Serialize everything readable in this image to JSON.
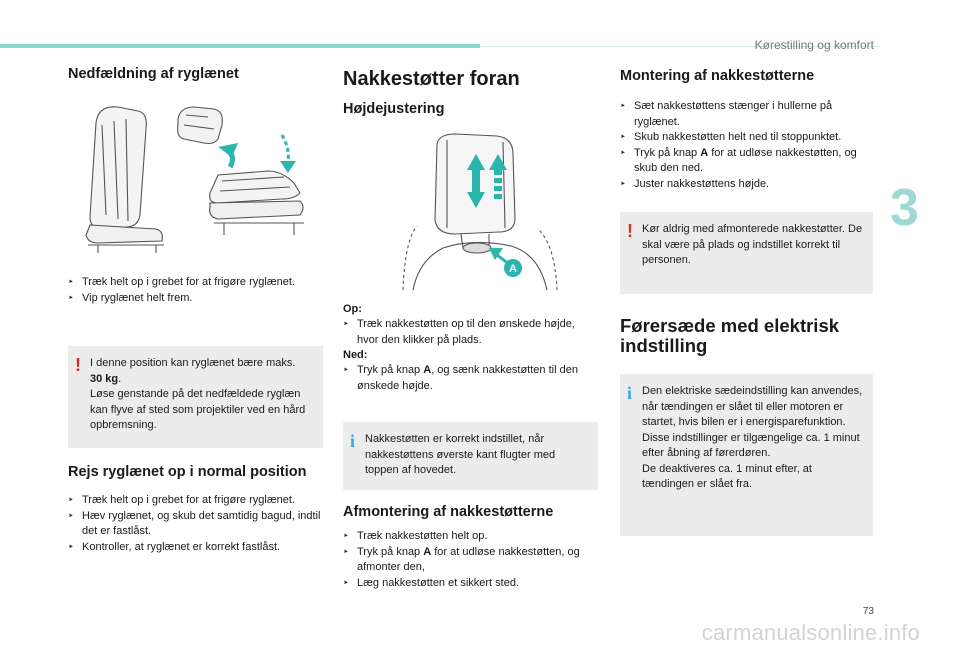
{
  "header": {
    "chapter": "Kørestilling og komfort",
    "chapter_number": "3"
  },
  "footer": {
    "page_number": "73",
    "watermark": "carmanualsonline.info"
  },
  "col1": {
    "sec1_title": "Nedfældning af ryglænet",
    "sec1_bullets": [
      "Træk helt op i grebet for at frigøre ryglænet.",
      "Vip ryglænet helt frem."
    ],
    "warning_line1": "I denne position kan ryglænet bære maks.",
    "warning_bold": "30 kg",
    "warning_line2": "Løse genstande på det nedfældede ryglæn kan flyve af sted som projektiler ved en hård opbremsning.",
    "sec2_title": "Rejs ryglænet op i normal position",
    "sec2_bullets": [
      "Træk helt op i grebet for at frigøre ryglænet.",
      "Hæv ryglænet, og skub det samtidig bagud, indtil det er fastlåst.",
      "Kontroller, at ryglænet er korrekt fastlåst."
    ]
  },
  "col2": {
    "title": "Nakkestøtter foran",
    "subtitle": "Højdejustering",
    "callout_letter": "A",
    "up_label": "Op:",
    "up_bullet": "Træk nakkestøtten op til den ønskede højde, hvor den klikker på plads.",
    "down_label": "Ned:",
    "down_pre": "Tryk på knap ",
    "down_bold": "A",
    "down_post": ", og sænk nakkestøtten til den ønskede højde.",
    "info": "Nakkestøtten er korrekt indstillet, når nakkestøttens øverste kant flugter med toppen af hovedet.",
    "sec_title": "Afmontering af nakkestøtterne",
    "b1": "Træk nakkestøtten helt op.",
    "b2_pre": "Tryk på knap ",
    "b2_bold": "A",
    "b2_post": " for at udløse nakkestøtten, og afmonter den,",
    "b3": "Læg nakkestøtten et sikkert sted."
  },
  "col3": {
    "title": "Montering af nakkestøtterne",
    "b1": "Sæt nakkestøttens stænger i hullerne på ryglænet.",
    "b2": "Skub nakkestøtten helt ned til stoppunktet.",
    "b3_pre": "Tryk på knap ",
    "b3_bold": "A",
    "b3_post": " for at udløse nakkestøtten, og skub den ned.",
    "b4": "Juster nakkestøttens højde.",
    "warning": "Kør aldrig med afmonterede nakkestøtter. De skal være på plads og indstillet korrekt til personen.",
    "sec_title": "Førersæde med elektrisk indstilling",
    "info_lines": [
      "Den elektriske sædeindstilling kan anvendes, når tændingen er slået til eller motoren er startet, hvis bilen er i energisparefunktion.",
      "Disse indstillinger er tilgængelige ca. 1 minut efter åbning af førerdøren.",
      "De deaktiveres ca. 1 minut efter, at tændingen er slået fra."
    ]
  },
  "colors": {
    "accent": "#8fd8d4",
    "warning": "#d92a2a",
    "info": "#3aa8dd",
    "callout": "#2bb5ad",
    "box_bg": "#ececec"
  }
}
